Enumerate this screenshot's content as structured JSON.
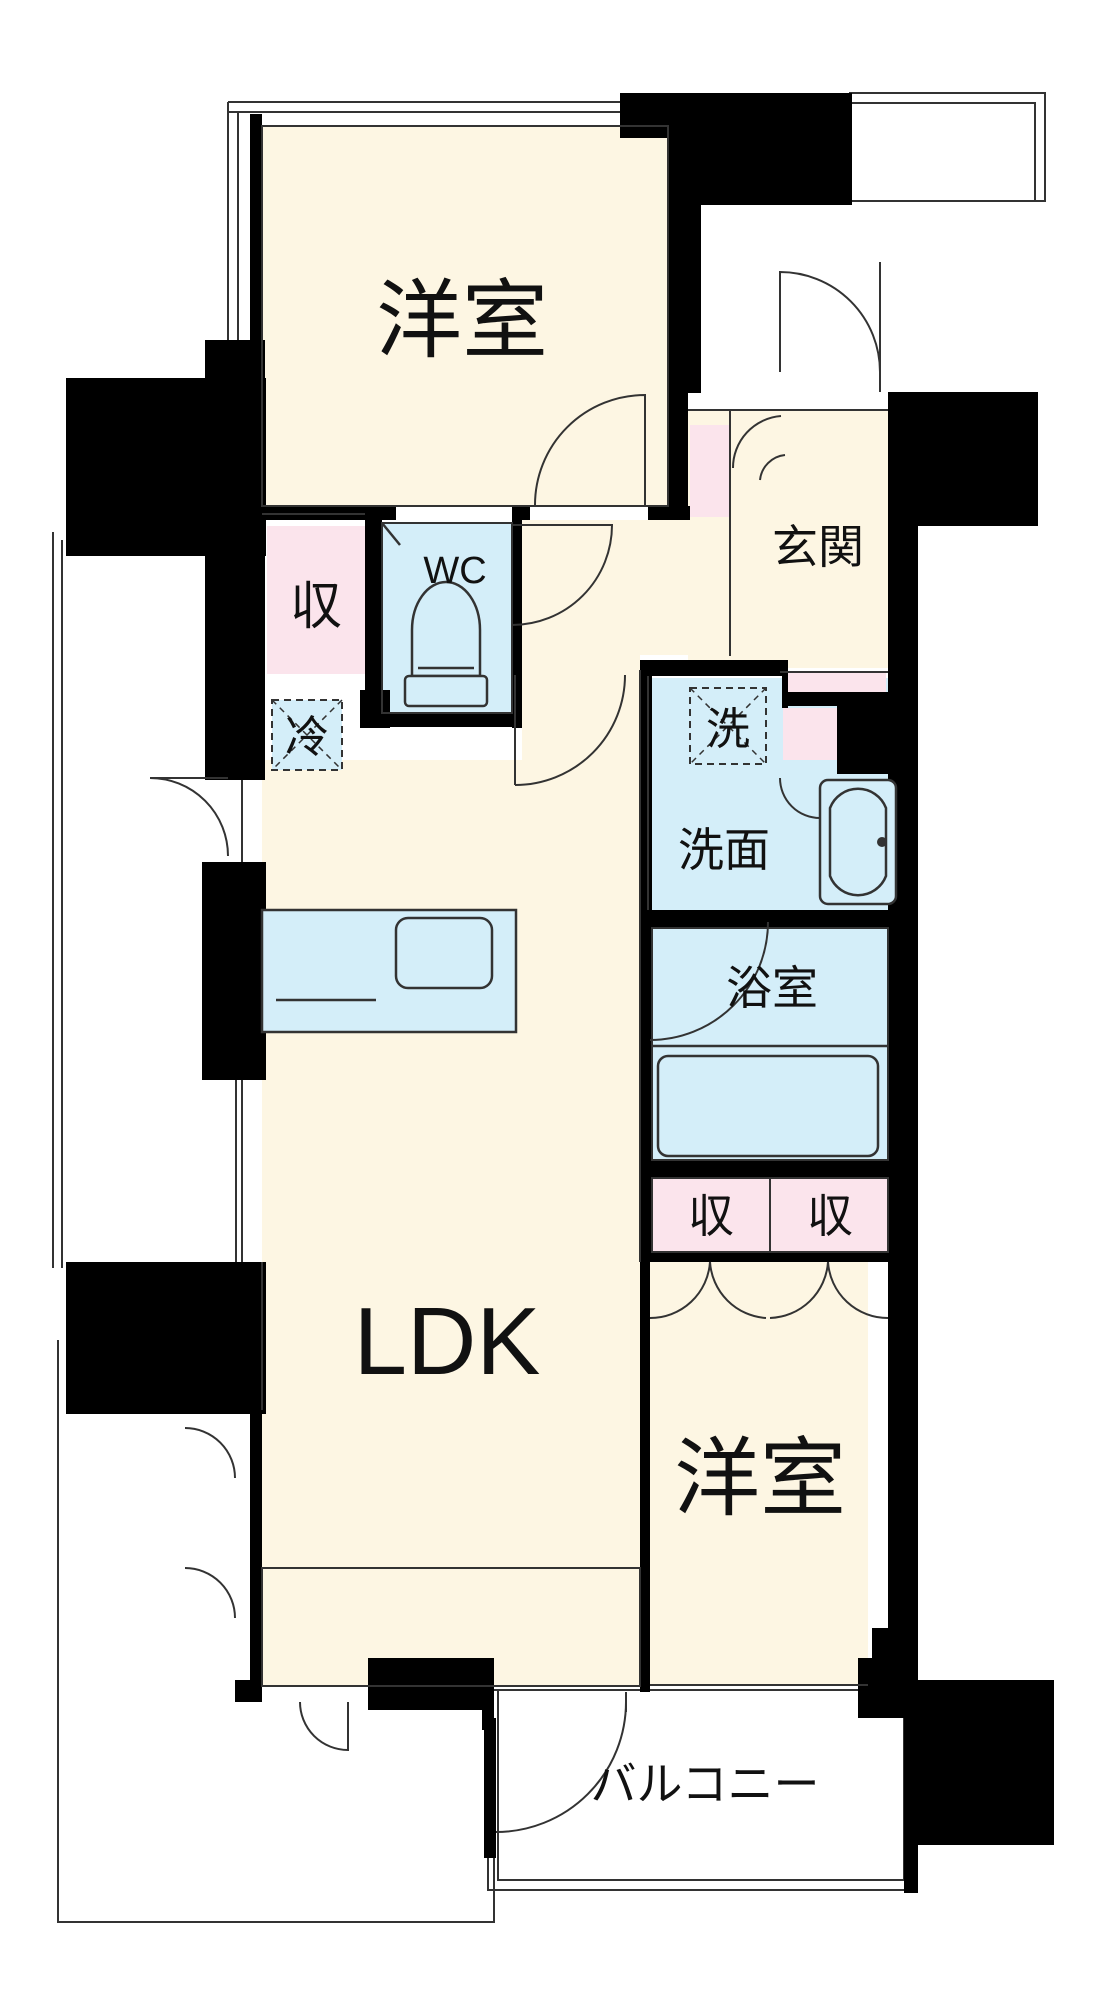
{
  "floorplan": {
    "colors": {
      "living": "#fdf6e3",
      "wet": "#d4eef9",
      "storage": "#fbe4ec",
      "wall": "#000000",
      "outline": "#333333"
    },
    "rooms": {
      "western_north": "洋室",
      "western_south": "洋室",
      "ldk": "LDK",
      "wc": "WC",
      "entrance": "玄関",
      "washroom": "洗面",
      "bathroom": "浴室",
      "balcony": "バルコニー"
    },
    "marks": {
      "storage_west": "収",
      "storage_hall_1": "収",
      "storage_hall_2": "収",
      "fridge": "冷",
      "washer": "洗"
    }
  }
}
